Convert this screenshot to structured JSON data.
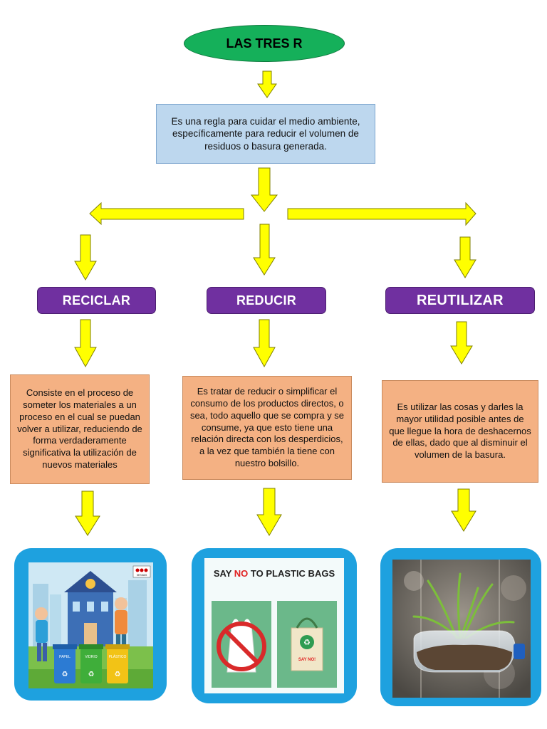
{
  "title": "LAS TRES R",
  "definition": "Es una regla para cuidar el medio ambiente, específicamente para reducir el volumen de residuos o basura generada.",
  "branches": [
    {
      "label": "RECICLAR",
      "description": "Consiste en el proceso de someter los materiales a un proceso en el cual se puedan volver a utilizar, reduciendo de forma verdaderamente significativa la utilización de nuevos materiales"
    },
    {
      "label": "REDUCIR",
      "description": "Es tratar de reducir o simplificar el consumo de los productos directos, o sea, todo aquello que se compra y se consume, ya que esto tiene una relación directa con los desperdicios, a la vez que también la tiene con nuestro bolsillo."
    },
    {
      "label": "REUTILIZAR",
      "description": "Es utilizar las cosas y darles la mayor utilidad posible antes de que llegue la hora de deshacernos de ellas, dado que al disminuir el volumen de la basura."
    }
  ],
  "images": {
    "recycle": {
      "bins": [
        "PAPEL",
        "VIDRIO",
        "PLÁSTICO"
      ],
      "logo": "SESMAS"
    },
    "plastic": {
      "headline_pre": "SAY ",
      "headline_no": "NO",
      "headline_post": " TO PLASTIC BAGS",
      "bag_text": "SAY NO!"
    }
  },
  "colors": {
    "title_fill": "#15b05a",
    "definition_fill": "#bdd7ee",
    "header_fill": "#7030a0",
    "description_fill": "#f4b183",
    "arrow_fill": "#ffff00",
    "frame_fill": "#1ea1df"
  }
}
